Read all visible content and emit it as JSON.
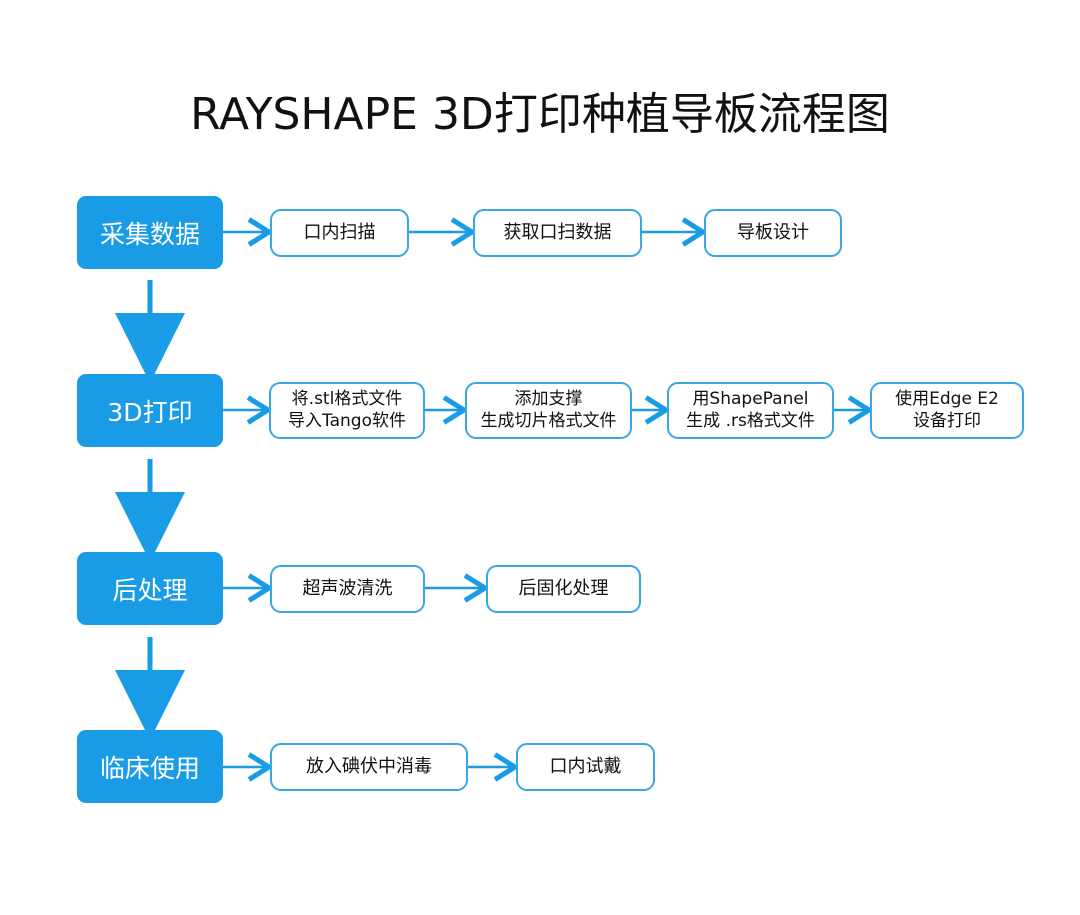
{
  "title": "RAYSHAPE 3D打印种植导板流程图",
  "colors": {
    "accent": "#1a9be6",
    "border": "#3aa6e6"
  },
  "rows": [
    {
      "label": "采集数据",
      "steps": [
        [
          "口内扫描"
        ],
        [
          "获取口扫数据"
        ],
        [
          "导板设计"
        ]
      ]
    },
    {
      "label": "3D打印",
      "steps": [
        [
          "将.stl格式文件",
          "导入Tango软件"
        ],
        [
          "添加支撑",
          "生成切片格式文件"
        ],
        [
          "用ShapePanel",
          "生成 .rs格式文件"
        ],
        [
          "使用Edge E2",
          "设备打印"
        ]
      ]
    },
    {
      "label": "后处理",
      "steps": [
        [
          "超声波清洗"
        ],
        [
          "后固化处理"
        ]
      ]
    },
    {
      "label": "临床使用",
      "steps": [
        [
          "放入碘伏中消毒"
        ],
        [
          "口内试戴"
        ]
      ]
    }
  ]
}
